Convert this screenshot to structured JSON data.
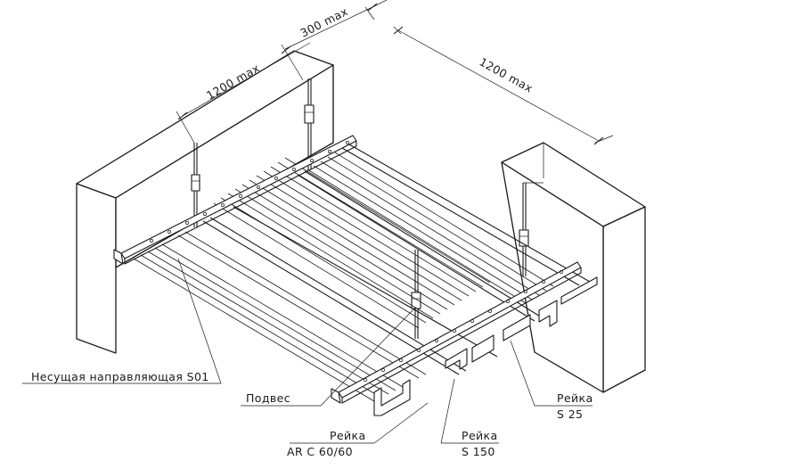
{
  "dimensions": {
    "span_left": "1200 max",
    "span_mid": "300 max",
    "span_right": "1200 max"
  },
  "callouts": {
    "carrier": "Несущая направляющая S01",
    "hanger": "Подвес",
    "rail_ar_title": "Рейка",
    "rail_ar_model": "AR C 60/60",
    "rail_s150_title": "Рейка",
    "rail_s150_model": "S 150",
    "rail_s25_title": "Рейка",
    "rail_s25_model": "S 25"
  }
}
